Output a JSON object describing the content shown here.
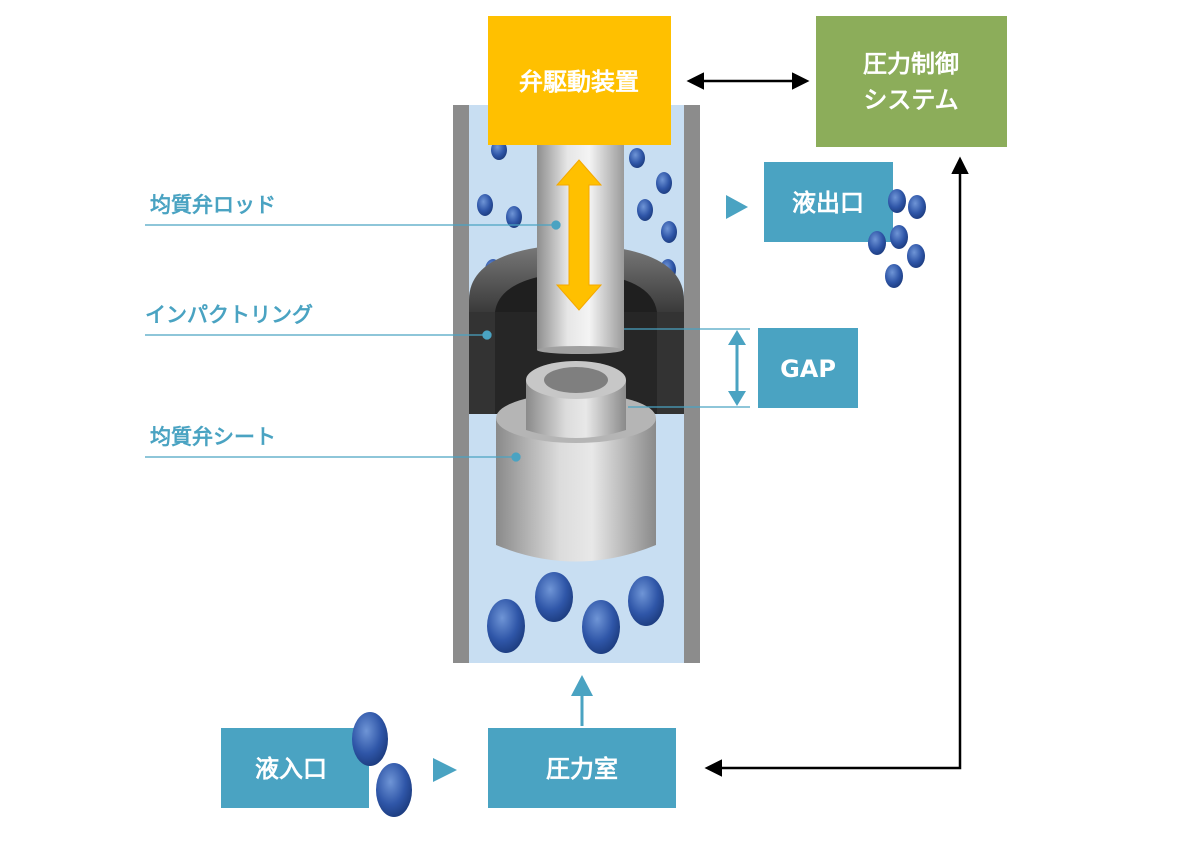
{
  "boxes": {
    "valve_drive": "弁駆動装置",
    "pressure_control_line1": "圧力制御",
    "pressure_control_line2": "システム",
    "liquid_outlet": "液出口",
    "gap": "GAP",
    "liquid_inlet": "液入口",
    "pressure_chamber": "圧力室"
  },
  "labels": {
    "valve_rod": "均質弁ロッド",
    "impact_ring": "インパクトリング",
    "valve_seat": "均質弁シート"
  },
  "colors": {
    "drive_box": "#ffc000",
    "control_box": "#8cad5a",
    "teal_box": "#4aa3c2",
    "label_teal": "#4aa3c2",
    "arrow_orange": "#ffc000",
    "liquid": "#c8def2",
    "wall": "#8c8c8c",
    "droplet": "#2f56a8"
  }
}
